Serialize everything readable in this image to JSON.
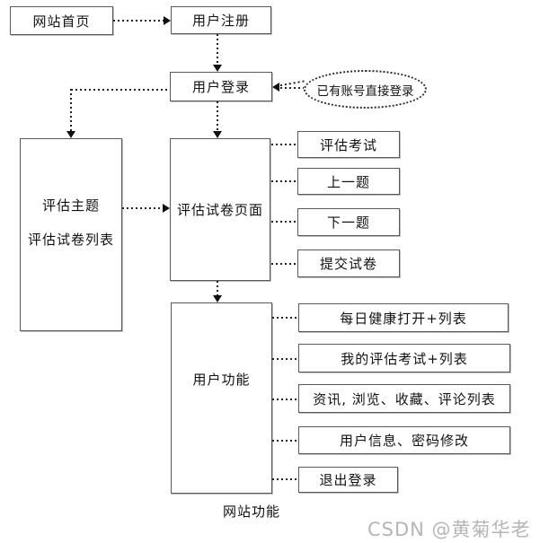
{
  "diagram": {
    "title_caption": "网站功能",
    "watermark": "CSDN @黄菊华老师",
    "nodes": {
      "home": "网站首页",
      "register": "用户注册",
      "login": "用户登录",
      "login_note": "已有账号直接登录",
      "topics_line1": "评估主题",
      "topics_line2": "评估试卷列表",
      "paper_page": "评估试卷页面",
      "user_functions": "用户功能",
      "paper_actions": [
        "评估考试",
        "上一题",
        "下一题",
        "提交试卷"
      ],
      "user_actions": [
        "每日健康打开+列表",
        "我的评估考试+列表",
        "资讯, 浏览、收藏、评论列表",
        "用户信息、密码修改",
        "退出登录"
      ]
    },
    "colors": {
      "box_border": "#595959",
      "connector": "#222222",
      "watermark_gray": "#b5b5b5",
      "background": "#ffffff"
    },
    "connector_style": "dotted"
  }
}
